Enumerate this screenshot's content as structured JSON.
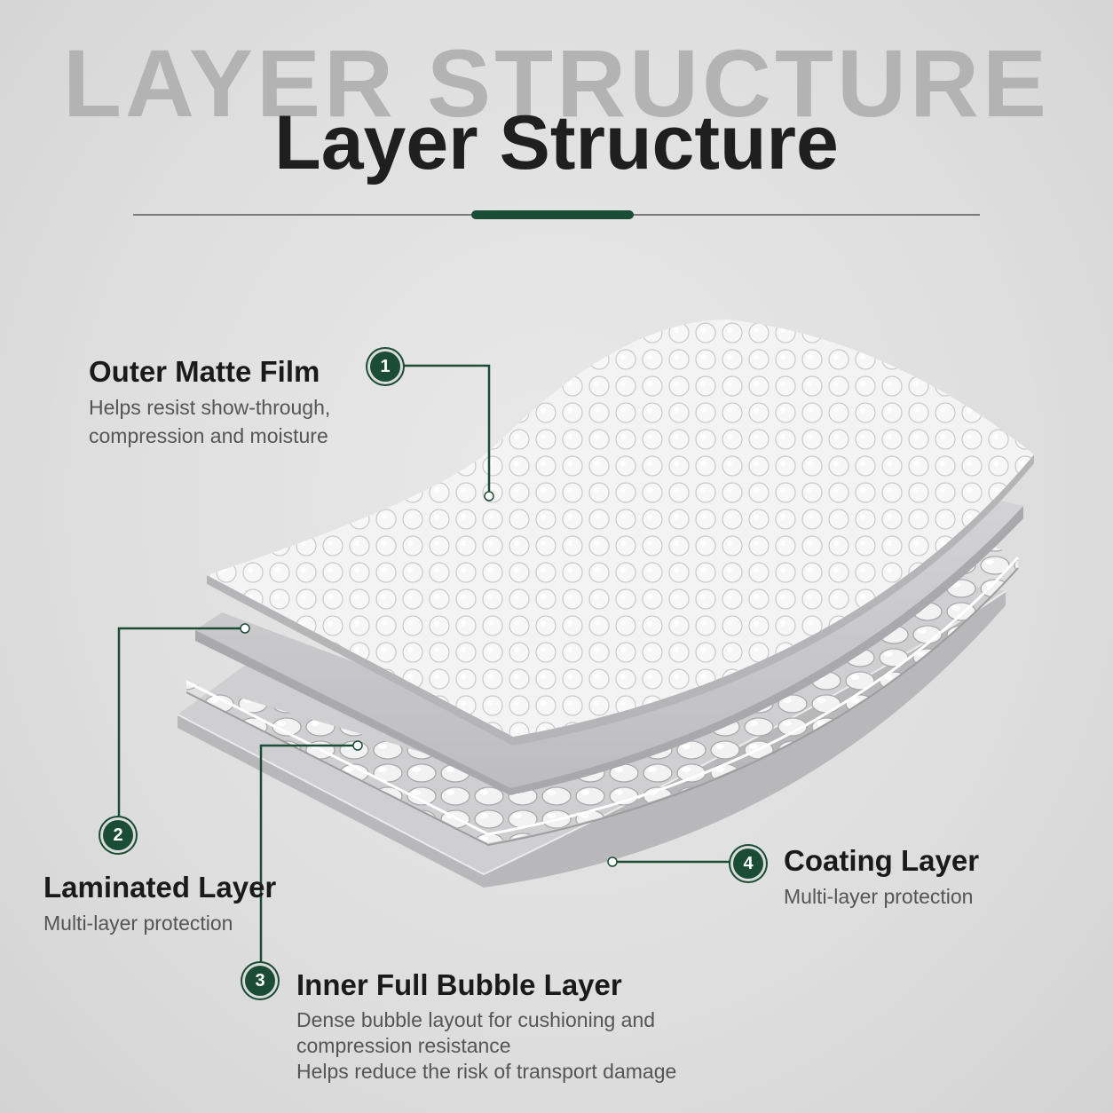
{
  "header": {
    "background_title": "LAYER STRUCTURE",
    "title": "Layer Structure"
  },
  "colors": {
    "accent": "#1b4d36",
    "background": "#e3e3e3",
    "title": "#1f1f1f",
    "muted_text": "#555555"
  },
  "layers": [
    {
      "number": "1",
      "title": "Outer Matte Film",
      "description": "Helps resist show-through,\ncompression and moisture"
    },
    {
      "number": "2",
      "title": "Laminated Layer",
      "description": "Multi-layer protection"
    },
    {
      "number": "3",
      "title": "Inner Full Bubble Layer",
      "description": "Dense bubble layout for cushioning and\ncompression resistance\nHelps reduce the risk of transport damage"
    },
    {
      "number": "4",
      "title": "Coating Layer",
      "description": "Multi-layer protection"
    }
  ]
}
